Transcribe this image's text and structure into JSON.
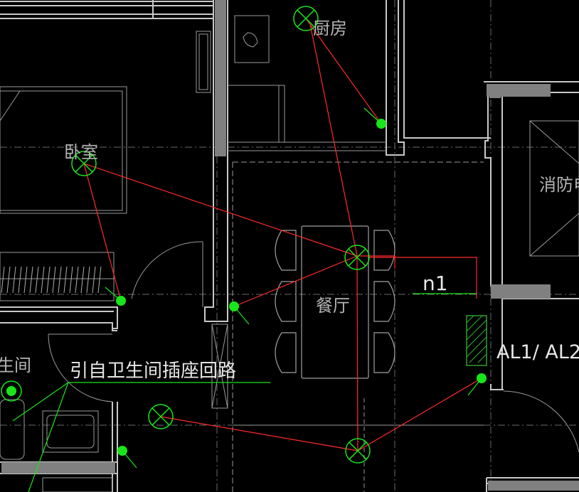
{
  "rooms": {
    "kitchen": "厨房",
    "bedroom": "卧室",
    "dining": "餐厅",
    "fire_elevator": "消防电",
    "bathroom": "生间"
  },
  "labels": {
    "circuit_n1": "n1",
    "panel_label": "AL1/ AL2",
    "note_from_bathroom": "引自卫生间插座回路"
  },
  "colors": {
    "background": "#000000",
    "wall": "#c8c8c8",
    "wall_fill": "#808080",
    "thin_line": "#9a9a9a",
    "wire": "#ff2a2a",
    "fixture": "#19e619",
    "panel": "#2ea02e"
  }
}
